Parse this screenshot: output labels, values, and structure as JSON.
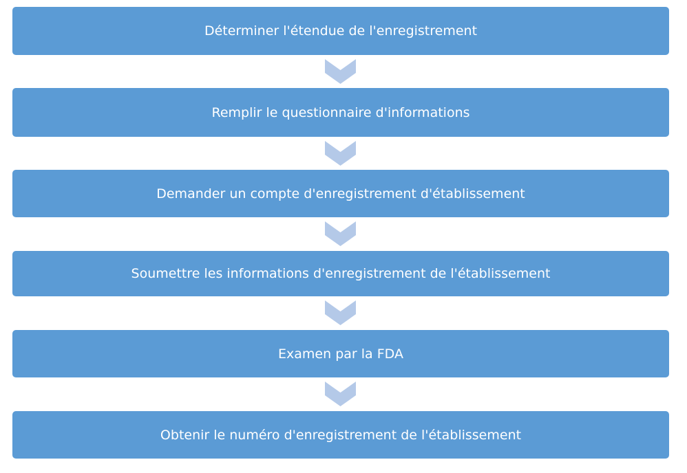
{
  "colors": {
    "step_fill": "#5b9bd5",
    "step_text": "#ffffff",
    "arrow_fill": "#b4c9e8"
  },
  "arrow_icon": "chevron-down-icon",
  "steps": [
    {
      "label": "Déterminer l'étendue de l'enregistrement"
    },
    {
      "label": "Remplir le questionnaire d'informations"
    },
    {
      "label": "Demander un compte d'enregistrement d'établissement"
    },
    {
      "label": "Soumettre les informations d'enregistrement de l'établissement"
    },
    {
      "label": "Examen par la FDA"
    },
    {
      "label": "Obtenir le numéro d'enregistrement de l'établissement"
    }
  ]
}
